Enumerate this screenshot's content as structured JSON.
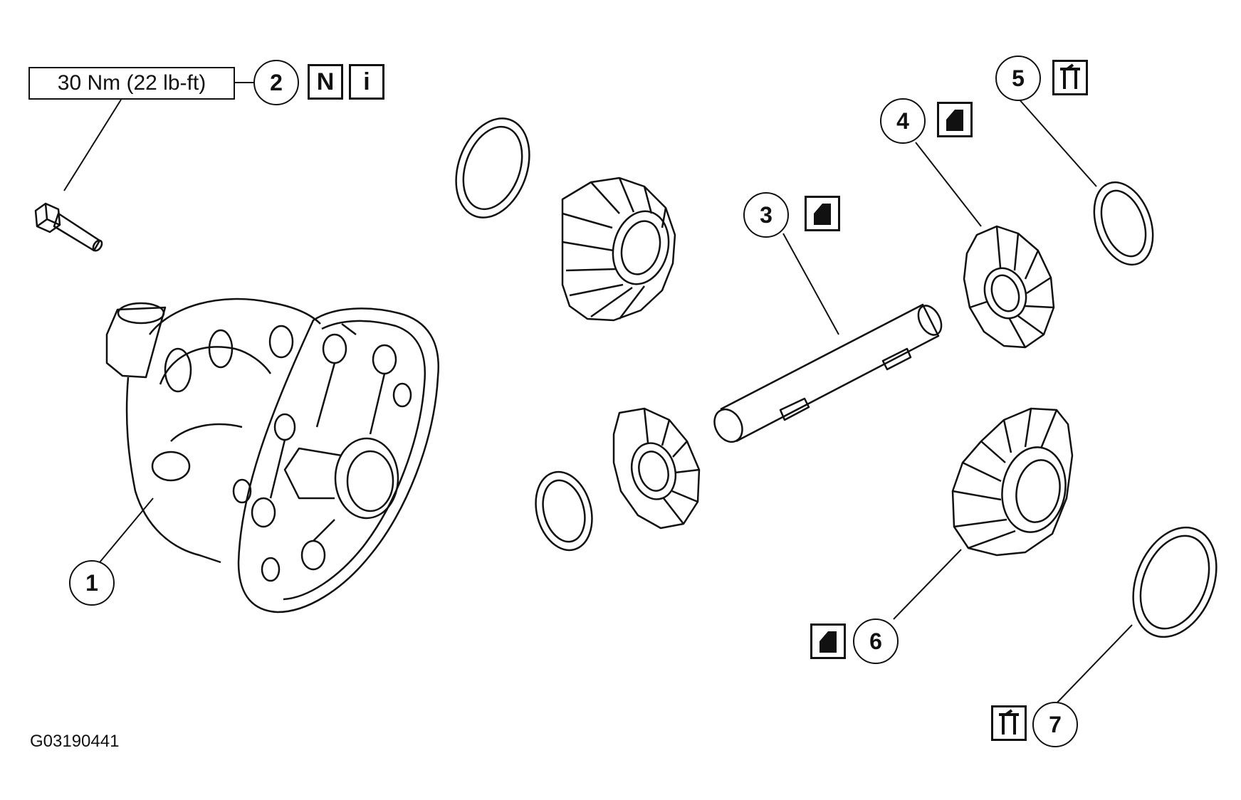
{
  "torque_spec": "30 Nm (22 lb-ft)",
  "figure_id": "G03190441",
  "callouts": [
    "1",
    "2",
    "3",
    "4",
    "5",
    "6",
    "7"
  ],
  "symbols": {
    "n": "N",
    "i": "i"
  }
}
